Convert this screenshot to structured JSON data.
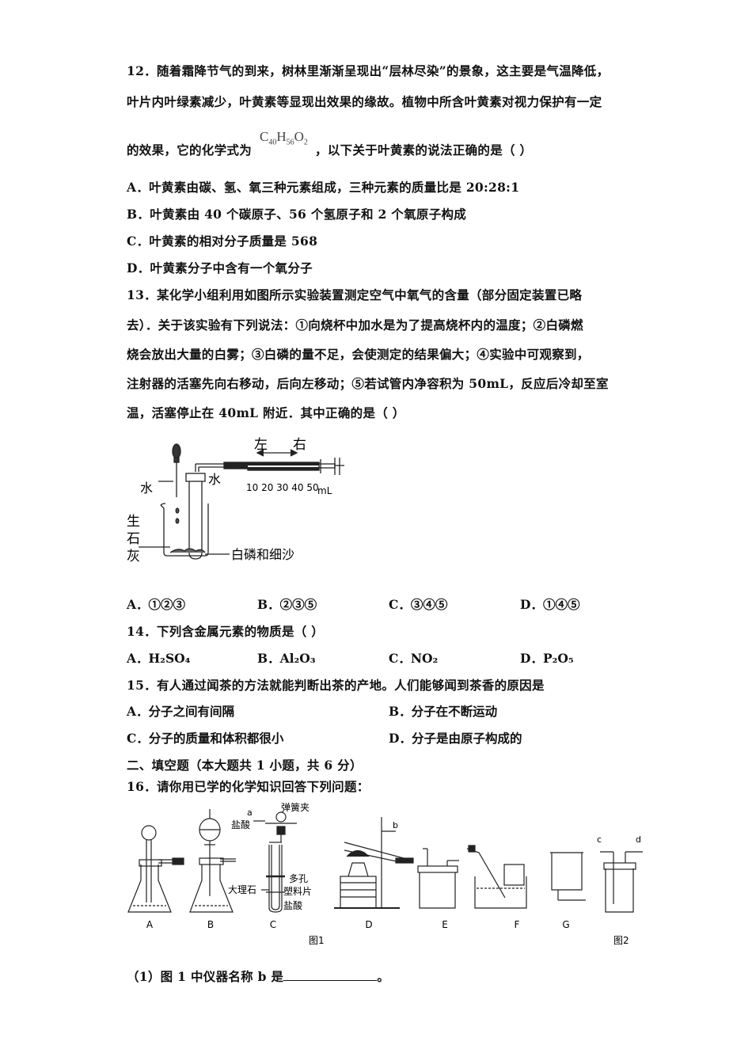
{
  "q12": {
    "line1": "12．随着霜降节气的到来，树林里渐渐呈现出“层林尽染”的景象，这主要是气温降低，",
    "line2": "叶片内叶绿素减少，叶黄素等显现出效果的缘故。植物中所含叶黄素对视力保护有一定",
    "line3_pre": "的效果，它的化学式为",
    "formula": {
      "c": "C",
      "c_n": "40",
      "h": "H",
      "h_n": "56",
      "o": "O",
      "o_n": "2"
    },
    "line3_post": "，以下关于叶黄素的说法正确的是（   ）",
    "options": [
      "A．叶黄素由碳、氢、氧三种元素组成，三种元素的质量比是 20:28:1",
      "B．叶黄素由 40 个碳原子、56 个氢原子和 2 个氧原子构成",
      "C．叶黄素的相对分子质量是 568",
      "D．叶黄素分子中含有一个氧分子"
    ]
  },
  "q13": {
    "lines": [
      "13．某化学小组利用如图所示实验装置测定空气中氧气的含量（部分固定装置已略",
      "去）．关于该实验有下列说法：①向烧杯中加水是为了提高烧杯内的温度；②白磷燃",
      "烧会放出大量的白雾；③白磷的量不足，会使测定的结果偏大；④实验中可观察到，",
      "注射器的活塞先向右移动，后向左移动；⑤若试管内净容积为 50mL，反应后冷却至室",
      "温，活塞停止在 40mL 附近．其中正确的是（      ）"
    ],
    "figure": {
      "left": "左",
      "right": "右",
      "water1": "水",
      "water2": "水",
      "scale": "10 20 30 40 50",
      "unit": "mL",
      "lime": [
        "生",
        "石",
        "灰"
      ],
      "phosphorus": "白磷和细沙"
    },
    "options": [
      "A．①②③",
      "B．②③⑤",
      "C．③④⑤",
      "D．①④⑤"
    ]
  },
  "q14": {
    "stem": "14．下列含金属元素的物质是（      ）",
    "options": [
      "A．H₂SO₄",
      "B．Al₂O₃",
      "C．NO₂",
      "D．P₂O₅"
    ]
  },
  "q15": {
    "stem": "15．有人通过闻茶的方法就能判断出茶的产地。人们能够闻到茶香的原因是",
    "options": [
      "A．分子之间有间隔",
      "B．分子在不断运动",
      "C．分子的质量和体积都很小",
      "D．分子是由原子构成的"
    ]
  },
  "section2": "二、填空题（本大题共 1 小题，共 6 分）",
  "q16": {
    "stem": "16．请你用已学的化学知识回答下列问题：",
    "figure": {
      "letters": [
        "A",
        "B",
        "C",
        "D",
        "E",
        "F",
        "G"
      ],
      "a": "a",
      "b": "b",
      "c": "c",
      "d": "d",
      "clamp": "弹簧夹",
      "hcl": "盐酸",
      "marble": "大理石",
      "plate": [
        "多孔",
        "塑料片"
      ],
      "hcl2": "盐酸",
      "fig1": "图1",
      "fig2": "图2"
    },
    "sub1_pre": "（1）图 1 中仪器名称 b 是",
    "sub1_post": "。"
  }
}
